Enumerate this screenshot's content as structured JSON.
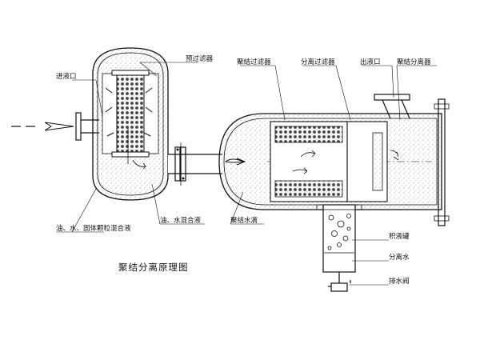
{
  "labels": {
    "inlet": "进液口",
    "prefilter": "预过滤器",
    "coalescing_filter": "聚结过滤器",
    "separation_filter": "分离过滤器",
    "outlet": "出液口",
    "coalescing_separator": "聚结分离器",
    "oil_water_solid_mixture": "油、水、固体颗粒混合液",
    "oil_water_mixture": "油、水混合液",
    "coalesced_water_droplets": "聚结水滴",
    "sump": "积液罐",
    "separated_water": "分离水",
    "drain_valve": "排水阀"
  },
  "caption": "聚结分离原理图"
}
